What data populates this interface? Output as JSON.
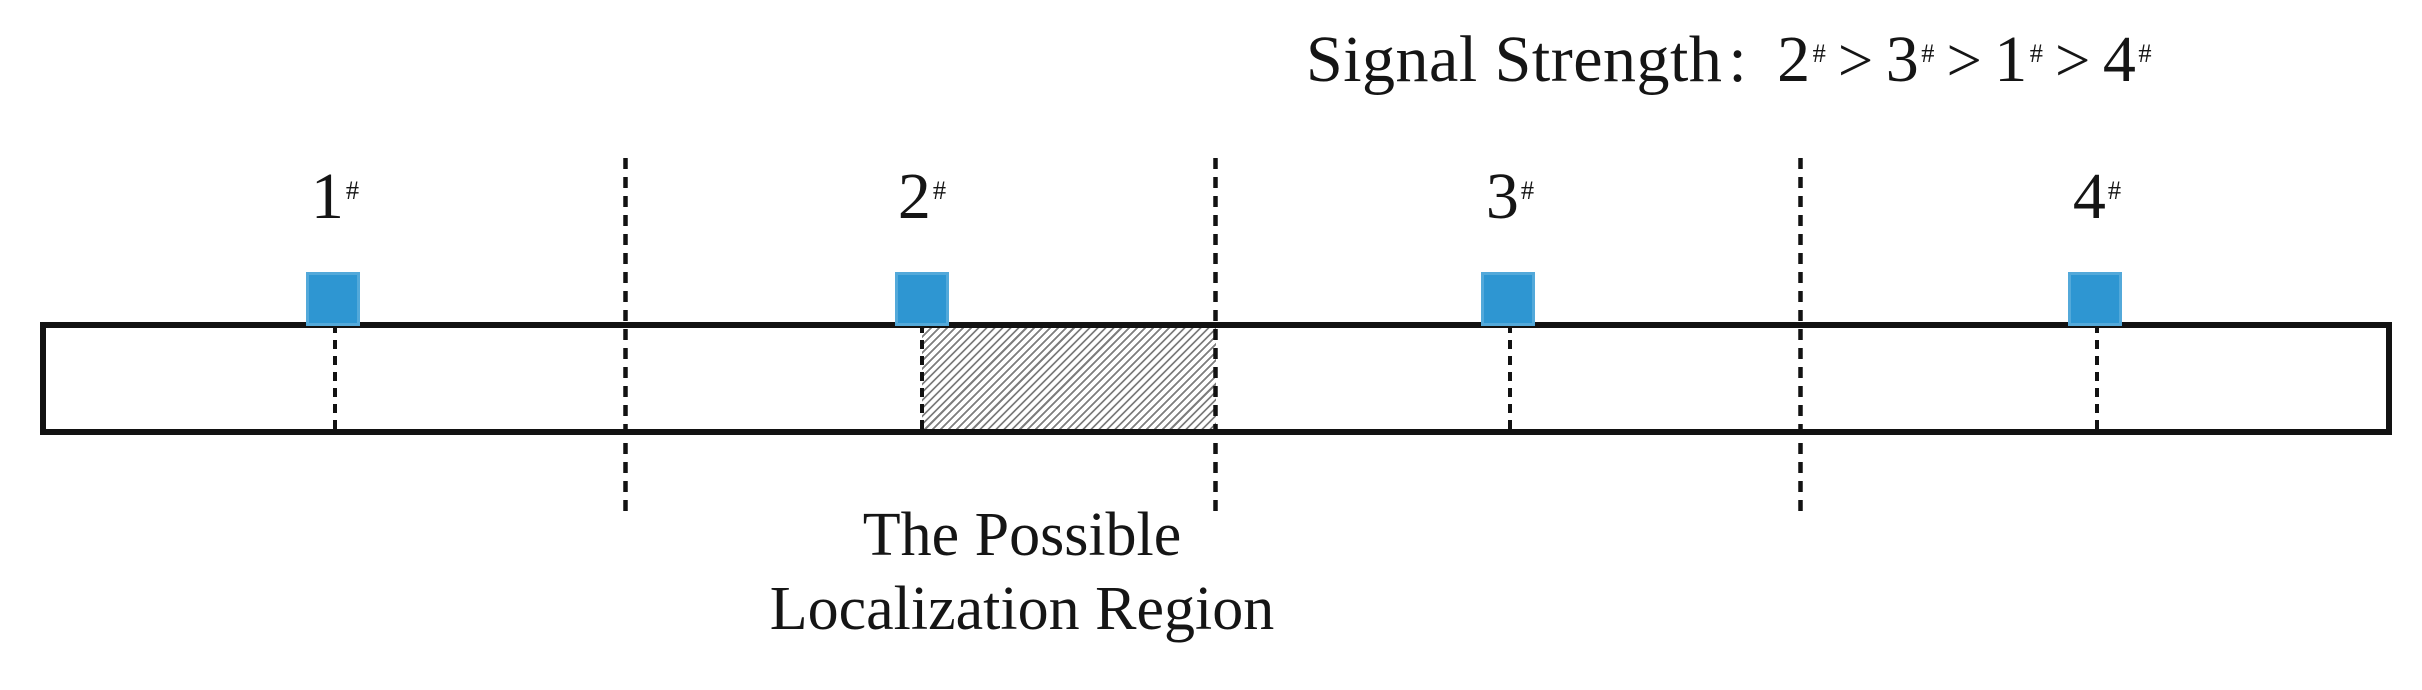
{
  "title": {
    "label": "Signal Strength",
    "colon": ":",
    "separator": ">",
    "ranking": [
      {
        "num": "2",
        "sup": "#"
      },
      {
        "num": "3",
        "sup": "#"
      },
      {
        "num": "1",
        "sup": "#"
      },
      {
        "num": "4",
        "sup": "#"
      }
    ]
  },
  "sensors": [
    {
      "id": "1",
      "sup": "#"
    },
    {
      "id": "2",
      "sup": "#"
    },
    {
      "id": "3",
      "sup": "#"
    },
    {
      "id": "4",
      "sup": "#"
    }
  ],
  "caption": {
    "line1": "The Possible",
    "line2": "Localization Region"
  },
  "colors": {
    "sensor_blue": "#2E96D2",
    "line_black": "#121212",
    "hatch_gray": "#7e7e7e"
  }
}
